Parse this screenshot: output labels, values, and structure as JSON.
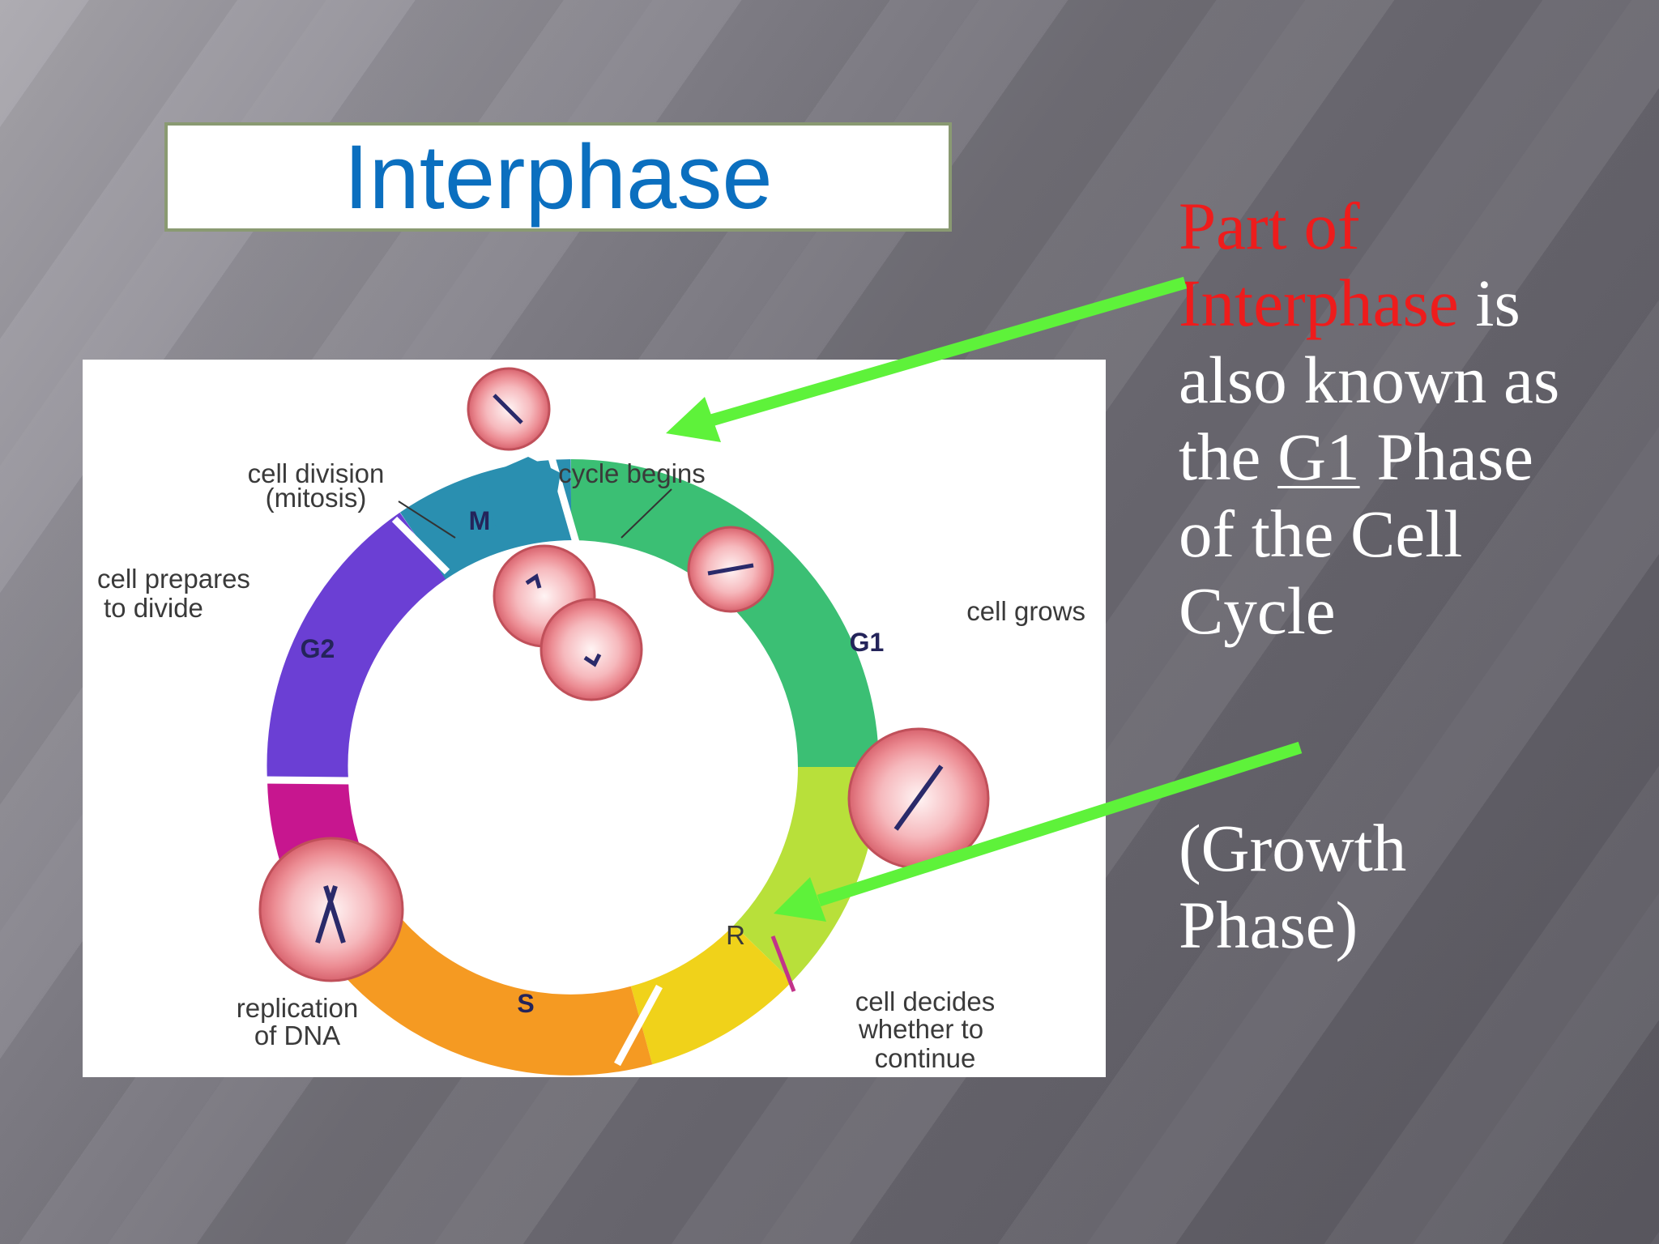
{
  "slide": {
    "title": "Interphase",
    "note": {
      "part1": "Part of",
      "part2": "Interphase",
      "part3": " is",
      "line3": "also known as",
      "line4a": "the ",
      "line4b": "G1",
      "line4c": " Phase",
      "line5": "of the Cell",
      "line6": "Cycle"
    },
    "note2": {
      "line1": "(Growth",
      "line2": "Phase)"
    }
  },
  "diagram": {
    "labels": {
      "cell_division_1": "cell division",
      "cell_division_2": "(mitosis)",
      "cycle_begins": "cycle begins",
      "cell_prepares_1": "cell prepares",
      "cell_prepares_2": "to divide",
      "cell_grows": "cell grows",
      "replication_1": "replication",
      "replication_2": "of DNA",
      "decides_1": "cell decides",
      "decides_2": "whether to",
      "decides_3": "continue",
      "restriction": "R"
    },
    "phases": {
      "m": "M",
      "g1": "G1",
      "g2": "G2",
      "s": "S"
    }
  },
  "colors": {
    "title": "#0b6fbf",
    "highlight": "#ee1c1c",
    "arrow": "#5ef23a"
  }
}
